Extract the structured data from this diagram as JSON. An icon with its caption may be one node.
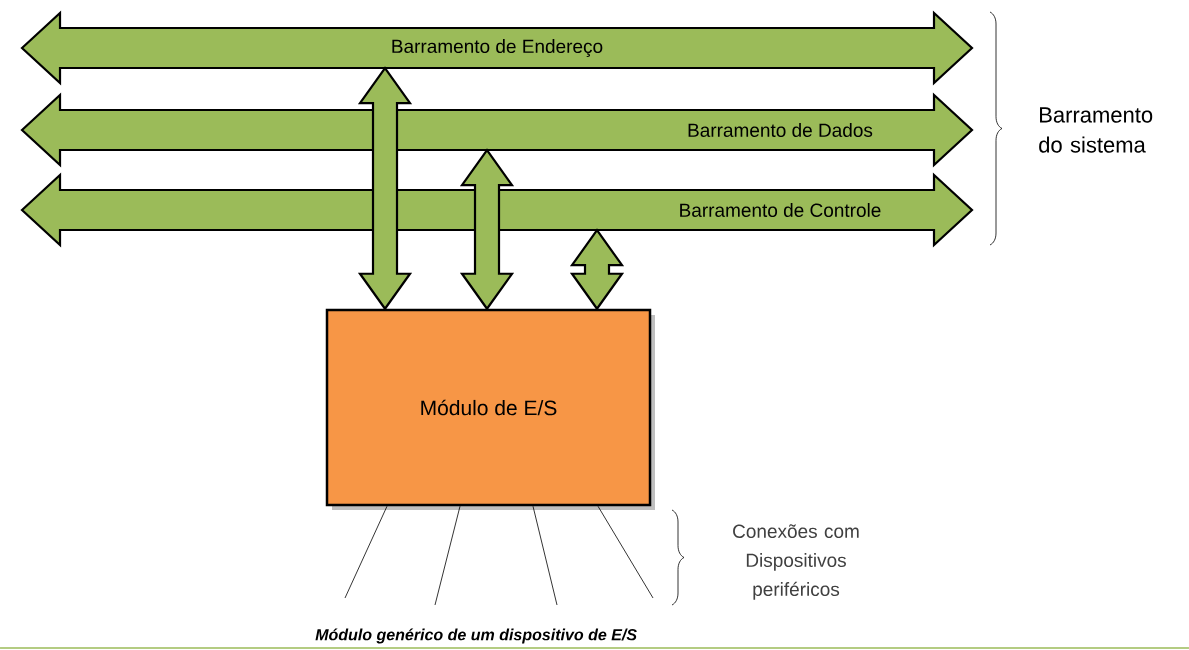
{
  "diagram": {
    "caption": "Módulo genérico de um dispositivo de E/S",
    "nodes": [
      {
        "text": [
          "Barramento de Endereço"
        ]
      },
      {
        "text": [
          "Barramento de Dados"
        ]
      },
      {
        "text": [
          "Barramento de Controle"
        ]
      },
      {
        "text": [
          "Módulo de E/S"
        ]
      }
    ],
    "edges": [
      {
        "from": 3,
        "to": 0,
        "arrow": "both",
        "style": "thick"
      },
      {
        "from": 3,
        "to": 1,
        "arrow": "both",
        "style": "thick"
      },
      {
        "from": 3,
        "to": 2,
        "arrow": "both",
        "style": "thick"
      },
      {
        "from": 3,
        "to": null,
        "arrow": "none"
      },
      {
        "from": 3,
        "to": null,
        "arrow": "none"
      },
      {
        "from": 3,
        "to": null,
        "arrow": "none"
      },
      {
        "from": 3,
        "to": null,
        "arrow": "none"
      }
    ],
    "labels": [
      "Barramento do sistema",
      "Conexões com Dispositivos periféricos"
    ]
  }
}
